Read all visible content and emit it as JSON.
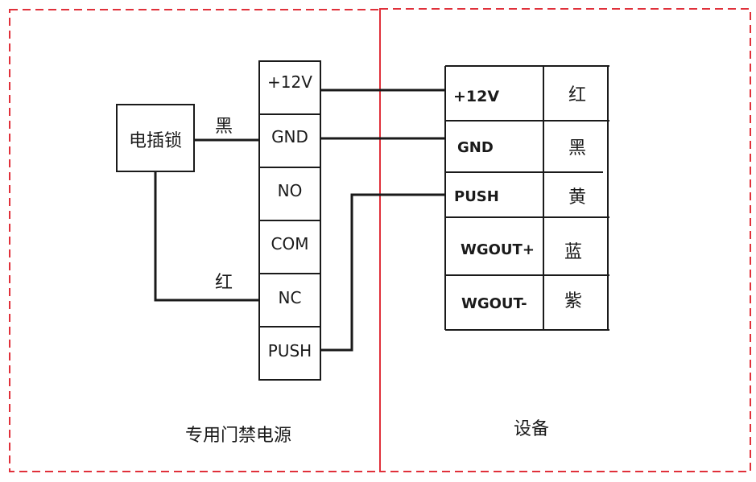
{
  "colors": {
    "zone_border": "#e0303a",
    "line": "#1a1a1a"
  },
  "lock": {
    "label": "电插锁"
  },
  "power_supply": {
    "caption": "专用门禁电源",
    "terminals": [
      "+12V",
      "GND",
      "NO",
      "COM",
      "NC",
      "PUSH"
    ]
  },
  "device": {
    "caption": "设备",
    "terminals": [
      {
        "name": "+12V",
        "color": "红"
      },
      {
        "name": "GND",
        "color": "黑"
      },
      {
        "name": "PUSH",
        "color": "黄"
      },
      {
        "name": "WGOUT+",
        "color": "蓝"
      },
      {
        "name": "WGOUT-",
        "color": "紫"
      }
    ]
  },
  "wire_labels": {
    "lock_gnd": "黑",
    "lock_nc": "红"
  }
}
